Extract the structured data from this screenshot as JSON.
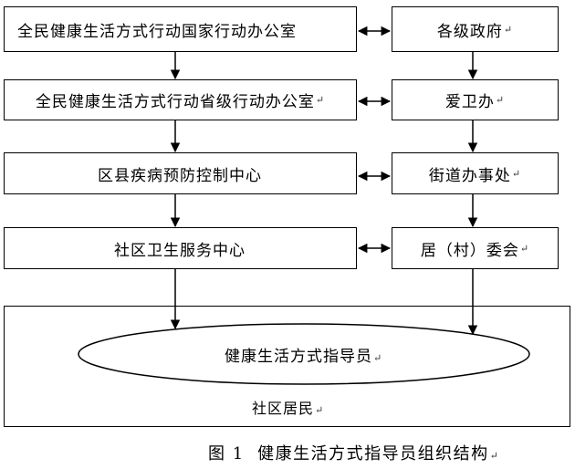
{
  "left_column": [
    {
      "label": "全民健康生活方式行动国家行动办公室",
      "mark": ""
    },
    {
      "label": "全民健康生活方式行动省级行动办公室",
      "mark": "↵"
    },
    {
      "label": "区县疾病预防控制中心",
      "mark": ""
    },
    {
      "label": "社区卫生服务中心",
      "mark": ""
    }
  ],
  "right_column": [
    {
      "label": "各级政府",
      "mark": "↵"
    },
    {
      "label": "爱卫办",
      "mark": "↵"
    },
    {
      "label": "街道办事处",
      "mark": "↵"
    },
    {
      "label": "居（村）委会",
      "mark": "↵"
    }
  ],
  "ellipse": {
    "label": "健康生活方式指导员",
    "mark": "↵"
  },
  "outer": {
    "label": "社区居民",
    "mark": "↵"
  },
  "caption": {
    "label": "图 1  健康生活方式指导员组织结构",
    "mark": "↵"
  }
}
